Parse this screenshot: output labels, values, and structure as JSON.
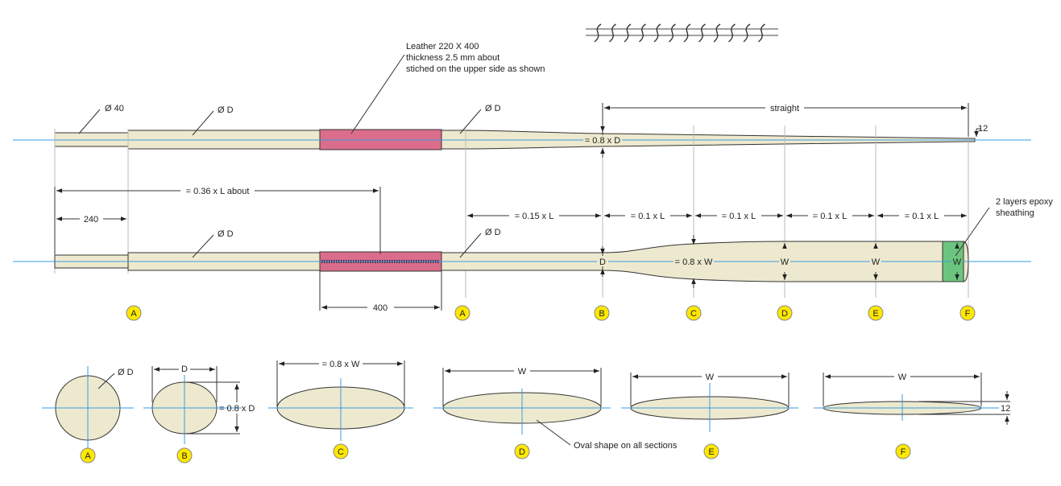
{
  "colors": {
    "wood": "#ede9cf",
    "leather": "#db6d8c",
    "epoxy": "#6cc57f",
    "centerline": "#3a9be0",
    "marker_fill": "#ffe800",
    "outline": "#333333"
  },
  "top_view": {
    "handle_dia": "Ø 40",
    "shaft_dia_1": "Ø D",
    "shaft_dia_2": "Ø D",
    "leather_note_line1": "Leather 220 X 400",
    "leather_note_line2": "thickness 2.5 mm about",
    "leather_note_line3": "stiched on the upper side as shown",
    "straight_label": "straight",
    "taper_label": "= 0.8 x D",
    "tip_label": "12"
  },
  "side_view": {
    "leather_length_label": "= 0.36 x L about",
    "handle_length": "240",
    "shaft_dia_1": "Ø D",
    "shaft_dia_2": "Ø D",
    "leather_width": "400",
    "seg_ab": "= 0.15 x L",
    "seg_bc": "= 0.1 x L",
    "seg_cd": "= 0.1 x L",
    "seg_de": "= 0.1 x L",
    "seg_ef": "= 0.1 x L",
    "epoxy_note_line1": "2 layers epoxy",
    "epoxy_note_line2": "sheathing",
    "label_b": "D",
    "label_c": "= 0.8 x W",
    "label_d": "W",
    "label_e": "W",
    "label_f": "W"
  },
  "markers": [
    "A",
    "A",
    "B",
    "C",
    "D",
    "E",
    "F"
  ],
  "sections": {
    "a_dia": "Ø D",
    "b_width": "D",
    "b_height": "= 0.8 x D",
    "c_width": "= 0.8 x W",
    "d_width": "W",
    "e_width": "W",
    "f_width": "W",
    "f_thickness": "12",
    "oval_note": "Oval shape on all sections",
    "markers": [
      "A",
      "B",
      "C",
      "D",
      "E",
      "F"
    ]
  }
}
